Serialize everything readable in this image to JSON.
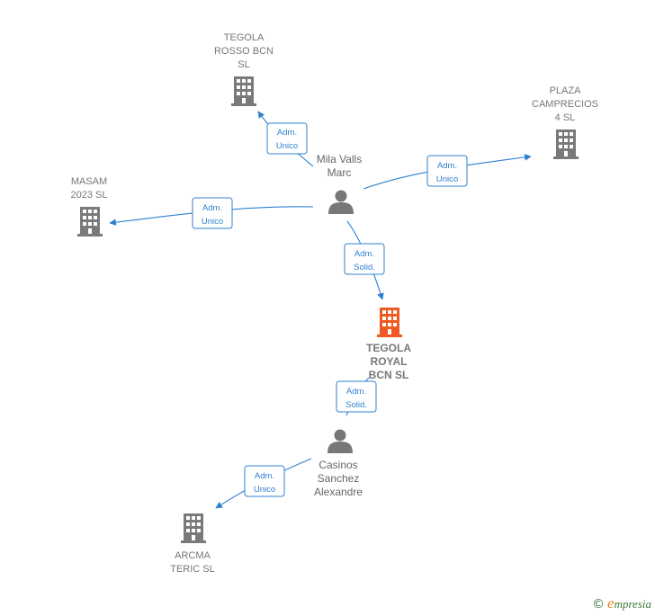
{
  "diagram": {
    "companies": {
      "tegola_rosso": {
        "lines": [
          "TEGOLA",
          "ROSSO BCN",
          "SL"
        ]
      },
      "plaza_camprecios": {
        "lines": [
          "PLAZA",
          "CAMPRECIOS",
          "4  SL"
        ]
      },
      "masam": {
        "lines": [
          "MASAM",
          "2023  SL"
        ]
      },
      "tegola_royal": {
        "lines": [
          "TEGOLA",
          "ROYAL",
          "BCN  SL"
        ],
        "color": "#ef5a23"
      },
      "arcma": {
        "lines": [
          "ARCMA",
          "TERIC  SL"
        ]
      }
    },
    "people": {
      "mila": {
        "lines": [
          "Mila Valls",
          "Marc"
        ]
      },
      "casinos": {
        "lines": [
          "Casinos",
          "Sanchez",
          "Alexandre"
        ]
      }
    },
    "edges": {
      "mila_rosso": [
        "Adm.",
        "Unico"
      ],
      "mila_plaza": [
        "Adm.",
        "Unico"
      ],
      "mila_masam": [
        "Adm.",
        "Unico"
      ],
      "mila_royal": [
        "Adm.",
        "Solid."
      ],
      "casinos_royal": [
        "Adm.",
        "Solid."
      ],
      "casinos_arcma": [
        "Adm.",
        "Unico"
      ]
    },
    "colors": {
      "edge": "#2f80d1",
      "building": "#7a7a7a",
      "focus": "#ef5a23",
      "person": "#777777"
    }
  },
  "footer": {
    "copyright_symbol": "©",
    "brand_initial": "e",
    "brand_rest": "mpresia"
  }
}
